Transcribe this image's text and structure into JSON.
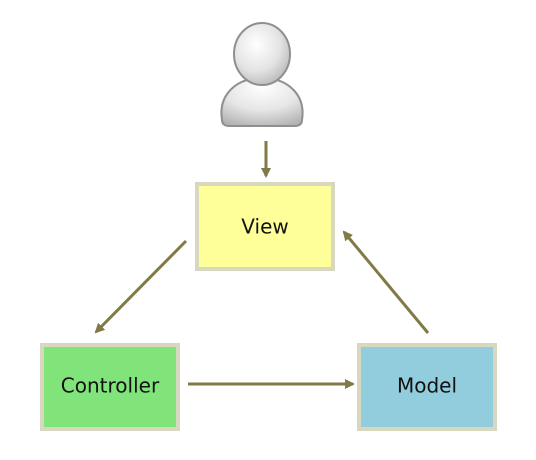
{
  "nodes": {
    "view": {
      "label": "View",
      "fill": "#ffff99",
      "border": "#d8d8c0"
    },
    "controller": {
      "label": "Controller",
      "fill": "#80e47a",
      "border": "#d8d8c0"
    },
    "model": {
      "label": "Model",
      "fill": "#92cddd",
      "border": "#d8d8c0"
    }
  },
  "user": {
    "icon": "user-icon"
  },
  "edges": [
    {
      "from": "user",
      "to": "view"
    },
    {
      "from": "view",
      "to": "controller"
    },
    {
      "from": "controller",
      "to": "model"
    },
    {
      "from": "model",
      "to": "view"
    }
  ],
  "colors": {
    "arrow": "#807a46",
    "background": "#ffffff"
  }
}
